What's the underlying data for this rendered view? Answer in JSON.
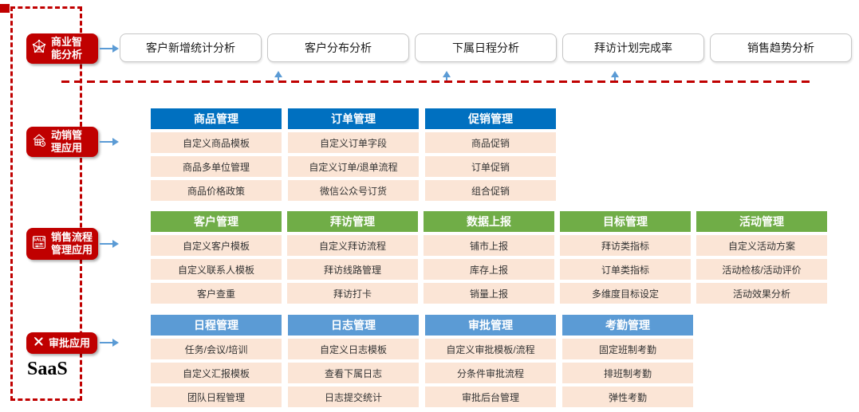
{
  "frame": {
    "product_label": "SaaS"
  },
  "colors": {
    "accent_red": "#C00000",
    "arrow_blue": "#5B9BD5",
    "cell_bg": "#FBE5D6",
    "group1_header": "#0070C0",
    "group2_header": "#70AD47",
    "group3_header": "#5B9BD5"
  },
  "badges": [
    {
      "label": "商业智能分析",
      "lines": [
        "商业智",
        "能分析"
      ],
      "icon": "network-icon"
    },
    {
      "label": "动销管理应用",
      "lines": [
        "动销管",
        "理应用"
      ],
      "icon": "storefront-icon"
    },
    {
      "label": "销售流程管理应用",
      "lines": [
        "销售流程",
        "管理应用"
      ],
      "icon": "sale-sliders-icon"
    },
    {
      "label": "审批应用",
      "lines": [
        "审批应用"
      ],
      "icon": "crossed-tools-icon"
    }
  ],
  "top_boxes": {
    "items": [
      "客户新增统计分析",
      "客户分布分析",
      "下属日程分析",
      "拜访计划完成率",
      "销售趋势分析"
    ]
  },
  "groups": [
    {
      "color": "#0070C0",
      "tables": [
        {
          "header": "商品管理",
          "rows": [
            "自定义商品模板",
            "商品多单位管理",
            "商品价格政策"
          ]
        },
        {
          "header": "订单管理",
          "rows": [
            "自定义订单字段",
            "自定义订单/退单流程",
            "微信公众号订货"
          ]
        },
        {
          "header": "促销管理",
          "rows": [
            "商品促销",
            "订单促销",
            "组合促销"
          ]
        }
      ]
    },
    {
      "color": "#70AD47",
      "tables": [
        {
          "header": "客户管理",
          "rows": [
            "自定义客户模板",
            "自定义联系人模板",
            "客户查重"
          ]
        },
        {
          "header": "拜访管理",
          "rows": [
            "自定义拜访流程",
            "拜访线路管理",
            "拜访打卡"
          ]
        },
        {
          "header": "数据上报",
          "rows": [
            "铺市上报",
            "库存上报",
            "销量上报"
          ]
        },
        {
          "header": "目标管理",
          "rows": [
            "拜访类指标",
            "订单类指标",
            "多维度目标设定"
          ]
        },
        {
          "header": "活动管理",
          "rows": [
            "自定义活动方案",
            "活动检核/活动评价",
            "活动效果分析"
          ]
        }
      ]
    },
    {
      "color": "#5B9BD5",
      "tables": [
        {
          "header": "日程管理",
          "rows": [
            "任务/会议/培训",
            "自定义汇报模板",
            "团队日程管理"
          ]
        },
        {
          "header": "日志管理",
          "rows": [
            "自定义日志模板",
            "查看下属日志",
            "日志提交统计"
          ]
        },
        {
          "header": "审批管理",
          "rows": [
            "自定义审批模板/流程",
            "分条件审批流程",
            "审批后台管理"
          ]
        },
        {
          "header": "考勤管理",
          "rows": [
            "固定班制考勤",
            "排班制考勤",
            "弹性考勤"
          ]
        }
      ]
    }
  ]
}
